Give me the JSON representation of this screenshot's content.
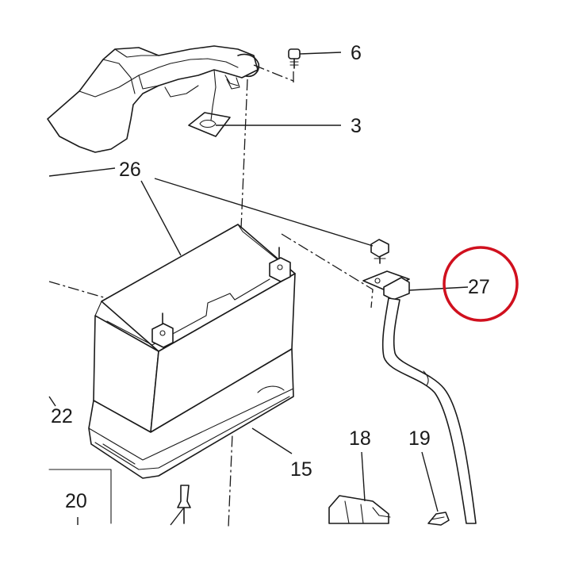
{
  "diagram": {
    "highlight_color": "#d0101e",
    "ink_color": "#1a1a1a",
    "highlighted_part": "27",
    "callouts": {
      "c6": "6",
      "c3": "3",
      "c26": "26",
      "c27": "27",
      "c22": "22",
      "c15": "15",
      "c18": "18",
      "c19": "19",
      "c20": "20"
    }
  }
}
